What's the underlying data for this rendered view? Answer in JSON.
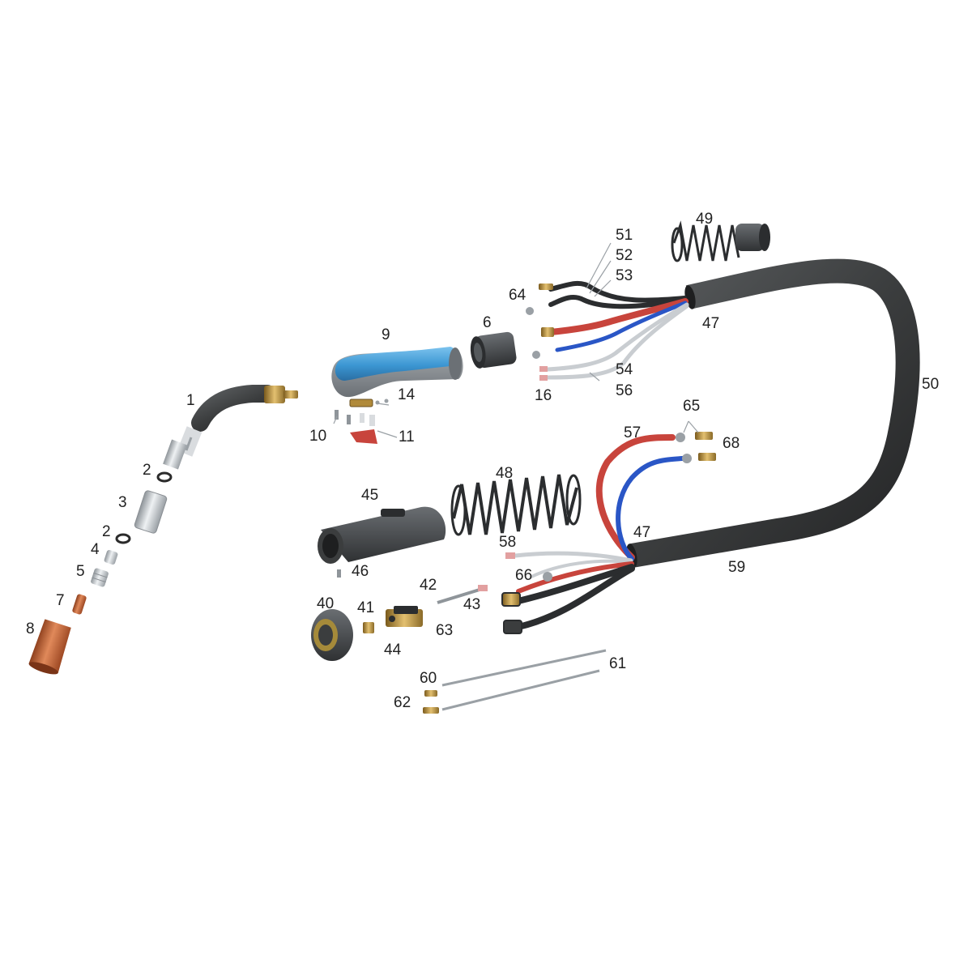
{
  "diagram": {
    "part_labels": [
      {
        "id": "p1",
        "text": "1"
      },
      {
        "id": "p2a",
        "text": "2"
      },
      {
        "id": "p2b",
        "text": "2"
      },
      {
        "id": "p3",
        "text": "3"
      },
      {
        "id": "p4",
        "text": "4"
      },
      {
        "id": "p5",
        "text": "5"
      },
      {
        "id": "p6",
        "text": "6"
      },
      {
        "id": "p7",
        "text": "7"
      },
      {
        "id": "p8",
        "text": "8"
      },
      {
        "id": "p9",
        "text": "9"
      },
      {
        "id": "p10",
        "text": "10"
      },
      {
        "id": "p11",
        "text": "11"
      },
      {
        "id": "p14",
        "text": "14"
      },
      {
        "id": "p16",
        "text": "16"
      },
      {
        "id": "p40",
        "text": "40"
      },
      {
        "id": "p41",
        "text": "41"
      },
      {
        "id": "p42",
        "text": "42"
      },
      {
        "id": "p43",
        "text": "43"
      },
      {
        "id": "p44",
        "text": "44"
      },
      {
        "id": "p45",
        "text": "45"
      },
      {
        "id": "p46",
        "text": "46"
      },
      {
        "id": "p47a",
        "text": "47"
      },
      {
        "id": "p47b",
        "text": "47"
      },
      {
        "id": "p48",
        "text": "48"
      },
      {
        "id": "p49",
        "text": "49"
      },
      {
        "id": "p50",
        "text": "50"
      },
      {
        "id": "p51",
        "text": "51"
      },
      {
        "id": "p52",
        "text": "52"
      },
      {
        "id": "p53",
        "text": "53"
      },
      {
        "id": "p54",
        "text": "54"
      },
      {
        "id": "p56",
        "text": "56"
      },
      {
        "id": "p57",
        "text": "57"
      },
      {
        "id": "p58",
        "text": "58"
      },
      {
        "id": "p59",
        "text": "59"
      },
      {
        "id": "p60",
        "text": "60"
      },
      {
        "id": "p61",
        "text": "61"
      },
      {
        "id": "p62",
        "text": "62"
      },
      {
        "id": "p63",
        "text": "63"
      },
      {
        "id": "p64",
        "text": "64"
      },
      {
        "id": "p65",
        "text": "65"
      },
      {
        "id": "p66",
        "text": "66"
      },
      {
        "id": "p68",
        "text": "68"
      }
    ],
    "colors": {
      "hose": "#3b3d3e",
      "handle_blue": "#4aa3d8",
      "handle_grey": "#8c9196",
      "red_line": "#c8443c",
      "blue_line": "#2a56c6",
      "brass": "#b08a3a",
      "copper": "#c0602f",
      "silver": "#c9cdd1",
      "label": "#222222"
    }
  }
}
